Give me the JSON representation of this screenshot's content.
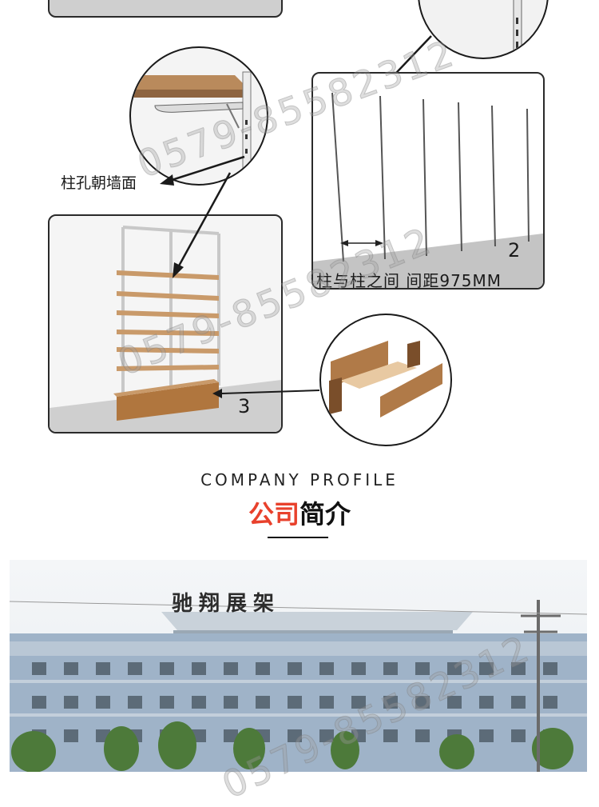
{
  "labels": {
    "hole_direction": "柱孔朝墙面",
    "column_spacing": "柱与柱之间 间距975MM",
    "step_2": "2",
    "step_3": "3"
  },
  "heading": {
    "english": "COMPANY PROFILE",
    "chinese_red": "公司",
    "chinese_black": "简介"
  },
  "building": {
    "sign_text": "驰翔展架"
  },
  "watermark": {
    "text": "0579-85582312"
  }
}
